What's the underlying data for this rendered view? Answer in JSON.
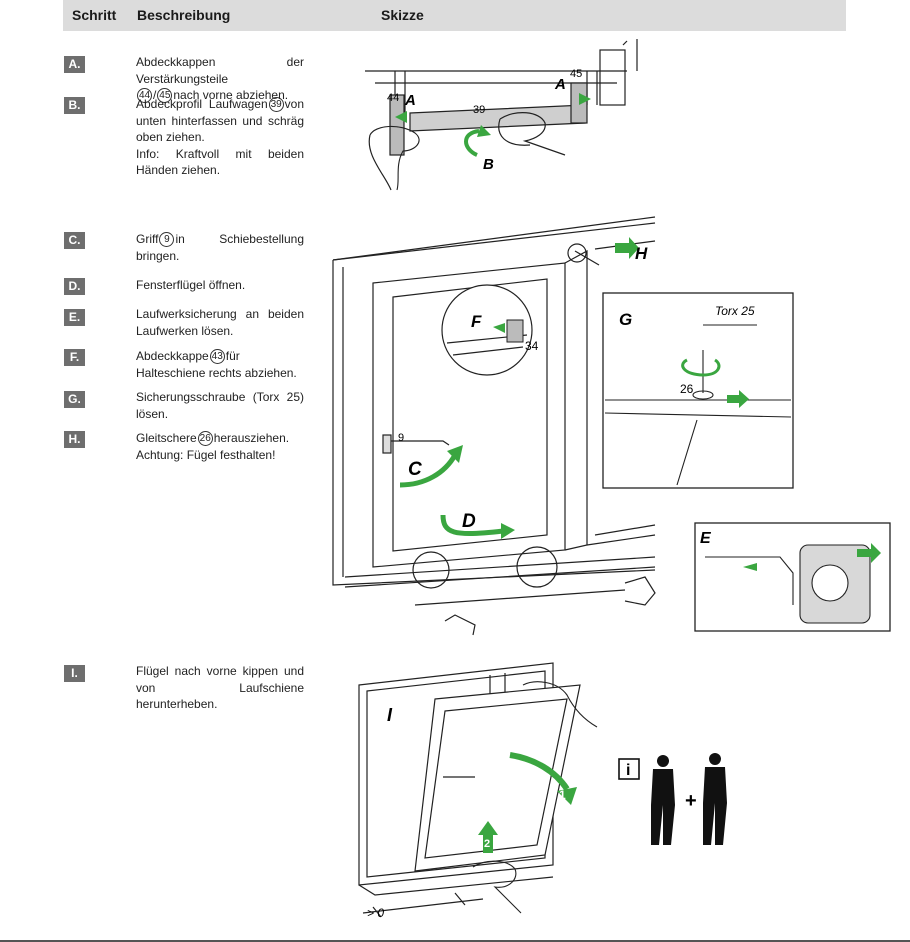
{
  "header": {
    "col_step": "Schritt",
    "col_desc": "Beschreibung",
    "col_sketch": "Skizze"
  },
  "steps": {
    "A": {
      "label": "A.",
      "pre": "Abdeckkappen der Verstärkungsteile",
      "ref1": "44",
      "sep": "/",
      "ref2": "45",
      "post": "nach vorne abziehen."
    },
    "B": {
      "label": "B.",
      "pre": "Abdeckprofil Laufwagen",
      "ref": "39",
      "post": "von unten hinterfassen und schräg oben ziehen.",
      "info": "Info: Kraftvoll mit beiden Händen ziehen."
    },
    "C": {
      "label": "C.",
      "pre": "Griff",
      "ref": "9",
      "post": "in Schiebestellung bringen."
    },
    "D": {
      "label": "D.",
      "text": "Fensterflügel öffnen."
    },
    "E": {
      "label": "E.",
      "text": "Laufwerksicherung an beiden Laufwerken lösen."
    },
    "F": {
      "label": "F.",
      "pre": "Abdeckkappe",
      "ref": "43",
      "post": "für Halteschiene rechts abziehen."
    },
    "G": {
      "label": "G.",
      "text": "Sicherungsschraube (Torx 25) lösen."
    },
    "H": {
      "label": "H.",
      "pre": "Gleitschere",
      "ref": "26",
      "post": "herausziehen.",
      "warn": "Achtung: Fügel festhalten!"
    },
    "I": {
      "label": "I.",
      "text": "Flügel nach vorne kippen und von Laufschiene herunterheben."
    }
  },
  "sketch1": {
    "letter_a_left": "A",
    "letter_a_right": "A",
    "letter_b": "B",
    "ref_44": "44",
    "ref_45": "45",
    "ref_39": "39"
  },
  "sketch2": {
    "letter_c": "C",
    "letter_d": "D",
    "letter_e": "E",
    "letter_f": "F",
    "letter_g": "G",
    "letter_h": "H",
    "ref_9": "9",
    "ref_34": "34",
    "ref_26": "26",
    "torx": "Torx 25"
  },
  "sketch3": {
    "letter_i": "I",
    "arrow_1": "1",
    "arrow_2": "2",
    "gap_label": "> 0",
    "info_icon": "i",
    "plus": "+"
  },
  "colors": {
    "accent_green": "#3aa640",
    "header_gray": "#dcdcdc",
    "badge_gray": "#6e6e6e"
  }
}
